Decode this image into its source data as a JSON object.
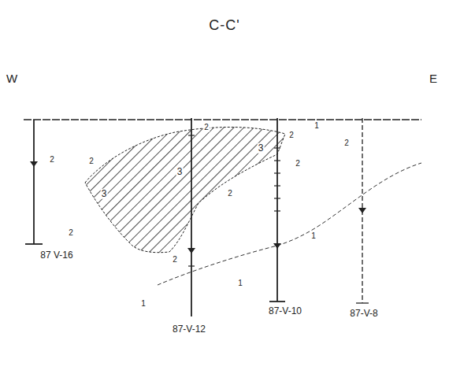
{
  "diagram": {
    "title": "C-C'",
    "labels": [
      "W",
      "E",
      "87 V-16",
      "87-V-12",
      "87-V-10",
      "87-V-8",
      "2",
      "2",
      "2",
      "1",
      "2",
      "3",
      "3",
      "3",
      "2",
      "2",
      "2",
      "2",
      "2",
      "1",
      "1",
      "1"
    ]
  }
}
